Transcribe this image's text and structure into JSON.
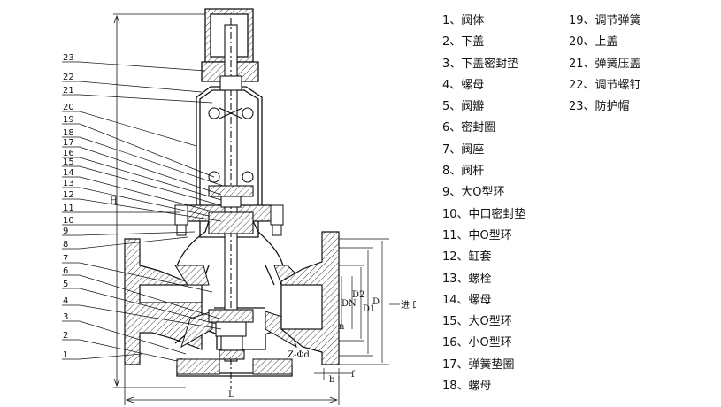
{
  "parts": [
    {
      "no": "1",
      "name": "阀体"
    },
    {
      "no": "2",
      "name": "下盖"
    },
    {
      "no": "3",
      "name": "下盖密封垫"
    },
    {
      "no": "4",
      "name": "螺母"
    },
    {
      "no": "5",
      "name": "阀瓣"
    },
    {
      "no": "6",
      "name": "密封圈"
    },
    {
      "no": "7",
      "name": "阀座"
    },
    {
      "no": "8",
      "name": "阀杆"
    },
    {
      "no": "9",
      "name": "大O型环"
    },
    {
      "no": "10",
      "name": "中口密封垫"
    },
    {
      "no": "11",
      "name": "中O型环"
    },
    {
      "no": "12",
      "name": "缸套"
    },
    {
      "no": "13",
      "name": "螺栓"
    },
    {
      "no": "14",
      "name": "螺母"
    },
    {
      "no": "15",
      "name": "大O型环"
    },
    {
      "no": "16",
      "name": "小O型环"
    },
    {
      "no": "17",
      "name": "弹簧垫圈"
    },
    {
      "no": "18",
      "name": "螺母"
    },
    {
      "no": "19",
      "name": "调节弹簧"
    },
    {
      "no": "20",
      "name": "上盖"
    },
    {
      "no": "21",
      "name": "弹簧压盖"
    },
    {
      "no": "22",
      "name": "调节螺钉"
    },
    {
      "no": "23",
      "name": "防护帽"
    }
  ],
  "separator": "、",
  "drawing": {
    "left_leaders": [
      "23",
      "22",
      "21",
      "20",
      "19",
      "18",
      "17",
      "16",
      "15",
      "14",
      "13",
      "12",
      "11",
      "10",
      "9",
      "8",
      "7",
      "6",
      "5",
      "4",
      "3",
      "2",
      "1"
    ],
    "dimensions": {
      "length": "L",
      "height": "H",
      "flange_d": "D",
      "bolt_circle": "D1",
      "raised_face": "D2",
      "nominal": "DN",
      "bolts": "Z-Φd",
      "thickness": "b",
      "face": "f",
      "n": "n"
    },
    "inlet_label": "进 口"
  }
}
